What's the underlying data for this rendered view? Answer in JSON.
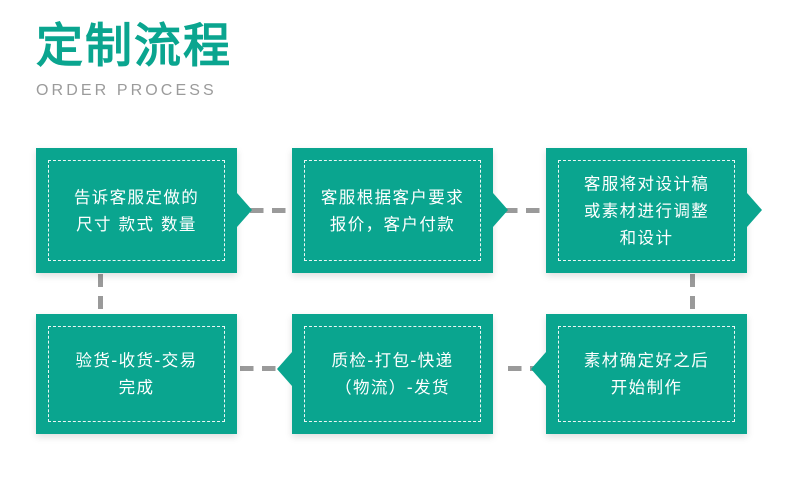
{
  "header": {
    "title": "定制流程",
    "subtitle": "ORDER PROCESS"
  },
  "colors": {
    "brand_teal": "#0AA58F",
    "subtitle_gray": "#9B9B9B",
    "connector_gray": "#9A9A9A",
    "background": "#FFFFFF",
    "box_text": "#FFFFFF"
  },
  "flow": {
    "steps": [
      {
        "id": "step-1",
        "order": 1,
        "text": "告诉客服定做的\n尺寸 款式 数量",
        "position": "top-left",
        "arrow": "right"
      },
      {
        "id": "step-2",
        "order": 2,
        "text": "客服根据客户要求\n报价，客户付款",
        "position": "top-center",
        "arrow": "right"
      },
      {
        "id": "step-3",
        "order": 3,
        "text": "客服将对设计稿\n或素材进行调整\n和设计",
        "position": "top-right",
        "arrow": "right"
      },
      {
        "id": "step-4",
        "order": 6,
        "text": "验货-收货-交易\n完成",
        "position": "bottom-left",
        "arrow": "none"
      },
      {
        "id": "step-5",
        "order": 5,
        "text": "质检-打包-快递\n（物流）-发货",
        "position": "bottom-center",
        "arrow": "left"
      },
      {
        "id": "step-6",
        "order": 4,
        "text": "素材确定好之后\n开始制作",
        "position": "bottom-right",
        "arrow": "left"
      }
    ],
    "connectors": [
      {
        "id": "connector-1-to-2",
        "orientation": "horizontal",
        "direction": "right"
      },
      {
        "id": "connector-2-to-3",
        "orientation": "horizontal",
        "direction": "right"
      },
      {
        "id": "connector-3-to-6",
        "orientation": "vertical",
        "direction": "down"
      },
      {
        "id": "connector-6-to-5",
        "orientation": "horizontal",
        "direction": "left"
      },
      {
        "id": "connector-5-to-4",
        "orientation": "horizontal",
        "direction": "left"
      },
      {
        "id": "connector-4-to-1",
        "orientation": "vertical",
        "direction": "up"
      }
    ]
  }
}
